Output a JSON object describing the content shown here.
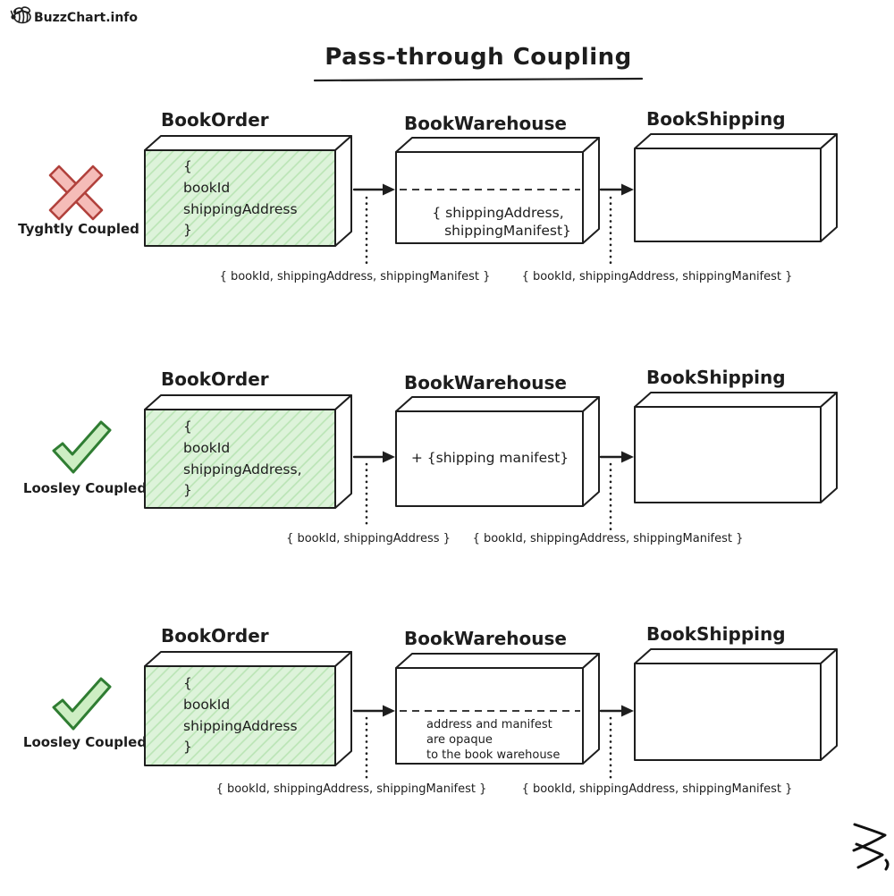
{
  "logo": {
    "brand": "BuzzChart.info",
    "icon": "bee-icon"
  },
  "title": {
    "text": "Pass-through Coupling"
  },
  "rows": [
    {
      "verdict": {
        "label": "Tyghtly Coupled",
        "icon": "x-mark-icon"
      },
      "order": {
        "title": "BookOrder",
        "lines": [
          "{",
          "bookId",
          "shippingAddress",
          "}"
        ]
      },
      "warehouse": {
        "title": "BookWarehouse",
        "lines": [
          "{ shippingAddress,",
          "shippingManifest}"
        ]
      },
      "shipping": {
        "title": "BookShipping"
      },
      "labels": {
        "order_to_warehouse": "{ bookId, shippingAddress, shippingManifest }",
        "warehouse_to_shipping": "{ bookId, shippingAddress, shippingManifest }"
      }
    },
    {
      "verdict": {
        "label": "Loosley Coupled",
        "icon": "check-icon"
      },
      "order": {
        "title": "BookOrder",
        "lines": [
          "{",
          "bookId",
          "shippingAddress,",
          "}"
        ]
      },
      "warehouse": {
        "title": "BookWarehouse",
        "lines": [
          "+ {shipping manifest}"
        ]
      },
      "shipping": {
        "title": "BookShipping"
      },
      "labels": {
        "order_to_warehouse": "{ bookId, shippingAddress }",
        "warehouse_to_shipping": "{ bookId, shippingAddress, shippingManifest }"
      }
    },
    {
      "verdict": {
        "label": "Loosley Coupled",
        "icon": "check-icon"
      },
      "order": {
        "title": "BookOrder",
        "lines": [
          "{",
          "bookId",
          "shippingAddress",
          "}"
        ]
      },
      "warehouse": {
        "title": "BookWarehouse",
        "lines": [
          "address and manifest",
          "are opaque",
          "to the book warehouse"
        ]
      },
      "shipping": {
        "title": "BookShipping"
      },
      "labels": {
        "order_to_warehouse": "{ bookId, shippingAddress, shippingManifest }",
        "warehouse_to_shipping": "{ bookId, shippingAddress, shippingManifest }"
      }
    }
  ],
  "signature": {
    "icon": "scribble-signature-icon"
  },
  "colors": {
    "outline": "#1e1e1e",
    "box_fill_green": "#ddf3da",
    "hatch_green": "#b9e4b4",
    "check_fill": "#cdeec3",
    "check_stroke": "#2f7d32",
    "x_fill": "#f5bcb8",
    "x_stroke": "#b1413c",
    "logo_yellow": "#f2c53d",
    "ink": "#1d1d1d"
  }
}
